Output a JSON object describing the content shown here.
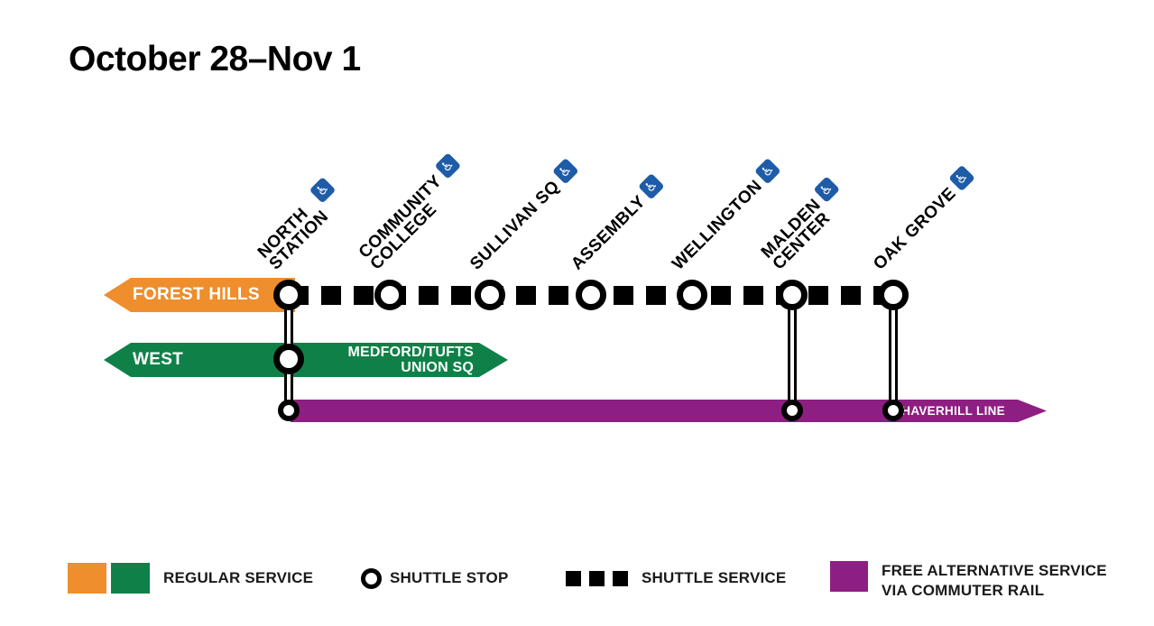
{
  "title": "October 28–Nov 1",
  "colors": {
    "orange": "#EF8E2C",
    "green": "#0F8148",
    "purple": "#8E1F82",
    "accessBlue": "#1E5CA8"
  },
  "accessibility_icon": "♿",
  "bands": {
    "forest_hills": "FOREST HILLS",
    "west": "WEST",
    "medford_line1": "MEDFORD/TUFTS",
    "medford_line2": "UNION SQ",
    "haverhill": "HAVERHILL LINE"
  },
  "stations": [
    {
      "line1": "NORTH",
      "line2": "STATION"
    },
    {
      "line1": "COMMUNITY",
      "line2": "COLLEGE"
    },
    {
      "line1": "SULLIVAN SQ",
      "line2": ""
    },
    {
      "line1": "ASSEMBLY",
      "line2": ""
    },
    {
      "line1": "WELLINGTON",
      "line2": ""
    },
    {
      "line1": "MALDEN",
      "line2": "CENTER"
    },
    {
      "line1": "OAK GROVE",
      "line2": ""
    }
  ],
  "legend": {
    "regular": "REGULAR SERVICE",
    "shuttle_stop": "SHUTTLE STOP",
    "shuttle_service": "SHUTTLE SERVICE",
    "alt_line1": "FREE ALTERNATIVE SERVICE",
    "alt_line2": "VIA COMMUTER RAIL"
  }
}
